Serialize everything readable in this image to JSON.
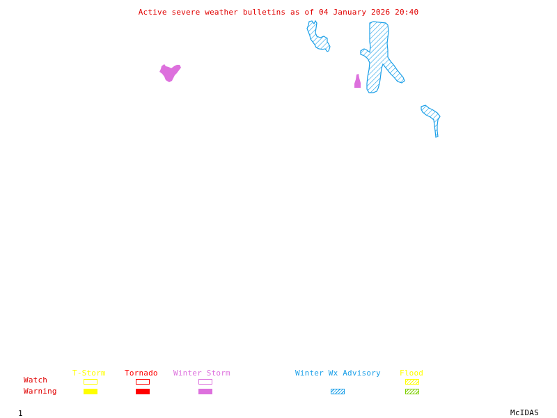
{
  "title": "Active severe weather bulletins as of 04 January 2026 20:40",
  "colors": {
    "title": "#e00000",
    "tstorm": "#ffff00",
    "tornado": "#ff0000",
    "winter_storm": "#dd70dd",
    "winter_wx_advisory": "#1a9fe8",
    "flood_watch": "#ffff00",
    "flood_warning": "#7fd000",
    "row_labels": "#e00000",
    "footer": "#000000"
  },
  "legend": {
    "rows": {
      "watch": "Watch",
      "warning": "Warning"
    },
    "categories": [
      {
        "key": "tstorm",
        "label": "T-Storm",
        "watch": "outline",
        "warning": "solid"
      },
      {
        "key": "tornado",
        "label": "Tornado",
        "watch": "outline",
        "warning": "solid"
      },
      {
        "key": "winter_storm",
        "label": "Winter Storm",
        "watch": "outline",
        "warning": "solid"
      },
      {
        "key": "winter_wx_advisory",
        "label": "Winter Wx Advisory",
        "watch": null,
        "warning": "hatched"
      },
      {
        "key": "flood",
        "label": "Flood",
        "watch": "hatched",
        "warning": "hatched"
      }
    ]
  },
  "map_features": [
    {
      "type": "Winter Storm Warning",
      "style": "solid",
      "region": "west-central"
    },
    {
      "type": "Winter Storm Warning",
      "style": "solid",
      "region": "north-central"
    },
    {
      "type": "Winter Wx Advisory",
      "style": "hatched",
      "region": "north"
    },
    {
      "type": "Winter Wx Advisory",
      "style": "hatched",
      "region": "north-central"
    },
    {
      "type": "Winter Wx Advisory",
      "style": "hatched",
      "region": "north-east"
    }
  ],
  "footer": {
    "frame_number": "1",
    "branding": "McIDAS"
  }
}
